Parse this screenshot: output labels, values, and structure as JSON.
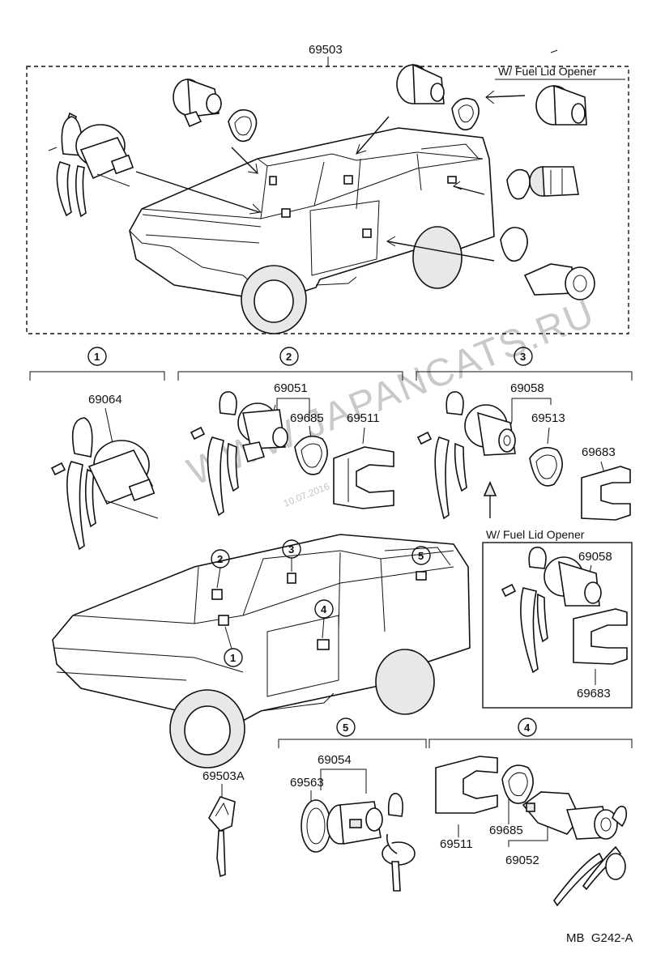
{
  "header": {
    "assembly_number": "69503",
    "fuel_lid_caption_top": "W/ Fuel Lid Opener"
  },
  "watermark": {
    "site": "WWW.JAPANCATS.RU",
    "date_stamp": "10.07.2016"
  },
  "groups": {
    "g1": {
      "marker": "1",
      "parts": [
        "69064"
      ]
    },
    "g2": {
      "marker": "2",
      "parts": [
        "69051",
        "69685",
        "69511"
      ]
    },
    "g3": {
      "marker": "3",
      "parts": [
        "69058",
        "69513",
        "69683"
      ]
    },
    "fuel_lid": {
      "caption": "W/ Fuel Lid Opener",
      "parts": [
        "69058",
        "69683"
      ]
    },
    "g5": {
      "marker": "5",
      "parts": [
        "69054",
        "69563"
      ]
    },
    "g4": {
      "marker": "4",
      "parts": [
        "69511",
        "69685",
        "69052"
      ]
    }
  },
  "key_part": "69503A",
  "vehicle_markers": [
    "1",
    "2",
    "3",
    "4",
    "5"
  ],
  "footer": {
    "code": "MB  G242-A"
  }
}
